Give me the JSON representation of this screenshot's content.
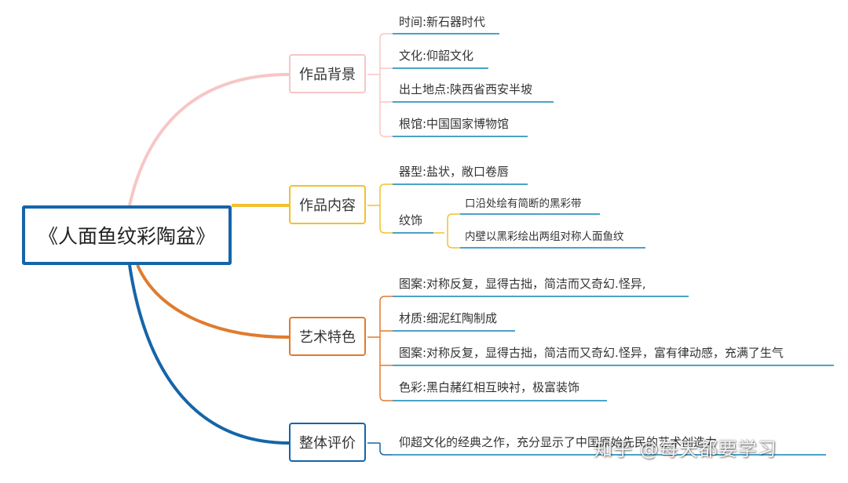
{
  "root": {
    "label": "《人面鱼纹彩陶盆》"
  },
  "branches": [
    {
      "label": "作品背景",
      "color": "#f7c6c6",
      "leaves": [
        "时间:新石器时代",
        "文化:仰韶文化",
        "出土地点:陕西省西安半坡",
        "根馆:中国国家博物馆"
      ]
    },
    {
      "label": "作品内容",
      "color": "#f2c12e",
      "leaves": [
        "器型:盐状，敞口卷唇"
      ],
      "sub": {
        "label": "纹饰",
        "leaves": [
          "口沿处绘有简断的黑彩带",
          "内壁以黑彩绘出两组对称人面鱼纹"
        ]
      }
    },
    {
      "label": "艺术特色",
      "color": "#e07b2e",
      "leaves": [
        "图案:对称反复，显得古拙，简洁而又奇幻.怪异,",
        "材质:细泥红陶制成",
        "图案:对称反复，显得古拙，简洁而又奇幻.怪异，富有律动感，充满了生气",
        "色彩:黑白赭红相互映衬，极富装饰"
      ]
    },
    {
      "label": "整体评价",
      "color": "#1565a8",
      "leaves": [
        "仰超文化的经典之作，充分显示了中国原始先民的艺术创造力"
      ]
    }
  ],
  "underline_color": "#4aa3c8",
  "watermark": "知乎 @每天都要学习"
}
